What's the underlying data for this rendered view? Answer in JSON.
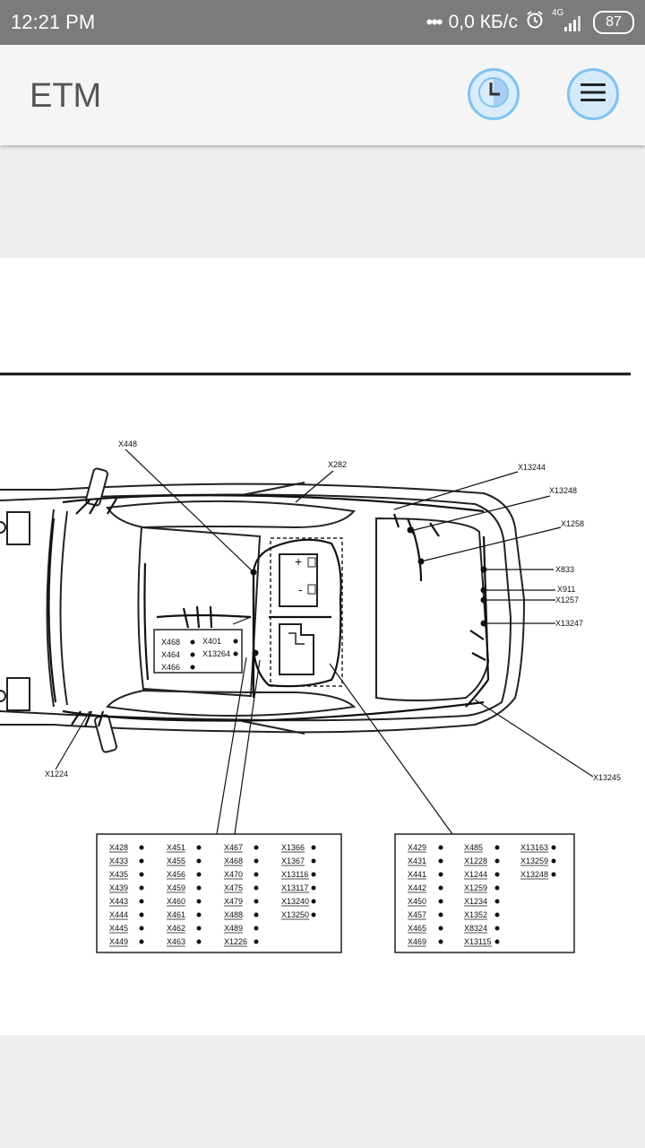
{
  "status_bar": {
    "time": "12:21 PM",
    "network_speed": "0,0 КБ/с",
    "network_type": "4G",
    "battery": "87"
  },
  "app_bar": {
    "title": "ETM",
    "history_icon": "clock-icon",
    "menu_icon": "hamburger-menu-icon"
  },
  "diagram": {
    "labels": {
      "x448": "X448",
      "x282": "X282",
      "x13244": "X13244",
      "x13248": "X13248",
      "x1258": "X1258",
      "x833": "X833",
      "x911": "X911",
      "x1257": "X1257",
      "x13247": "X13247",
      "x1224": "X1224",
      "x13245": "X13245"
    },
    "inner_box": [
      "X468",
      "X401",
      "X464",
      "X13264",
      "X466"
    ],
    "table_left": [
      [
        "X428",
        "X451",
        "X467",
        "X1366"
      ],
      [
        "X433",
        "X455",
        "X468",
        "X1367"
      ],
      [
        "X435",
        "X456",
        "X470",
        "X13116"
      ],
      [
        "X439",
        "X459",
        "X475",
        "X13117"
      ],
      [
        "X443",
        "X460",
        "X479",
        "X13240"
      ],
      [
        "X444",
        "X461",
        "X488",
        "X13250"
      ],
      [
        "X445",
        "X462",
        "X489",
        ""
      ],
      [
        "X449",
        "X463",
        "X1226",
        ""
      ]
    ],
    "table_right": [
      [
        "X429",
        "X485",
        "X13163"
      ],
      [
        "X431",
        "X1228",
        "X13259"
      ],
      [
        "X441",
        "X1244",
        "X13248"
      ],
      [
        "X442",
        "X1259",
        ""
      ],
      [
        "X450",
        "X1234",
        ""
      ],
      [
        "X457",
        "X1352",
        ""
      ],
      [
        "X465",
        "X8324",
        ""
      ],
      [
        "X469",
        "X13115",
        ""
      ]
    ]
  }
}
